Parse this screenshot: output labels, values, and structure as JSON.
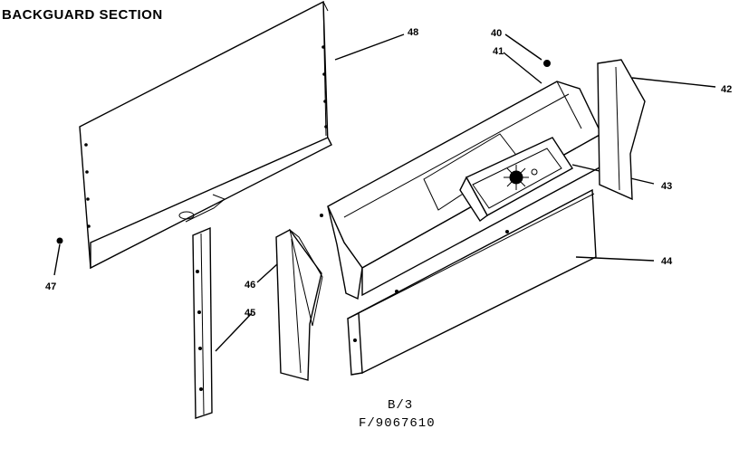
{
  "title": "BACKGUARD SECTION",
  "callouts": {
    "c40": "40",
    "c41": "41",
    "c42": "42",
    "c43": "43",
    "c44": "44",
    "c45": "45",
    "c46": "46",
    "c47": "47",
    "c48": "48"
  },
  "footer": {
    "line1": "B/3",
    "line2": "F/9067610"
  }
}
